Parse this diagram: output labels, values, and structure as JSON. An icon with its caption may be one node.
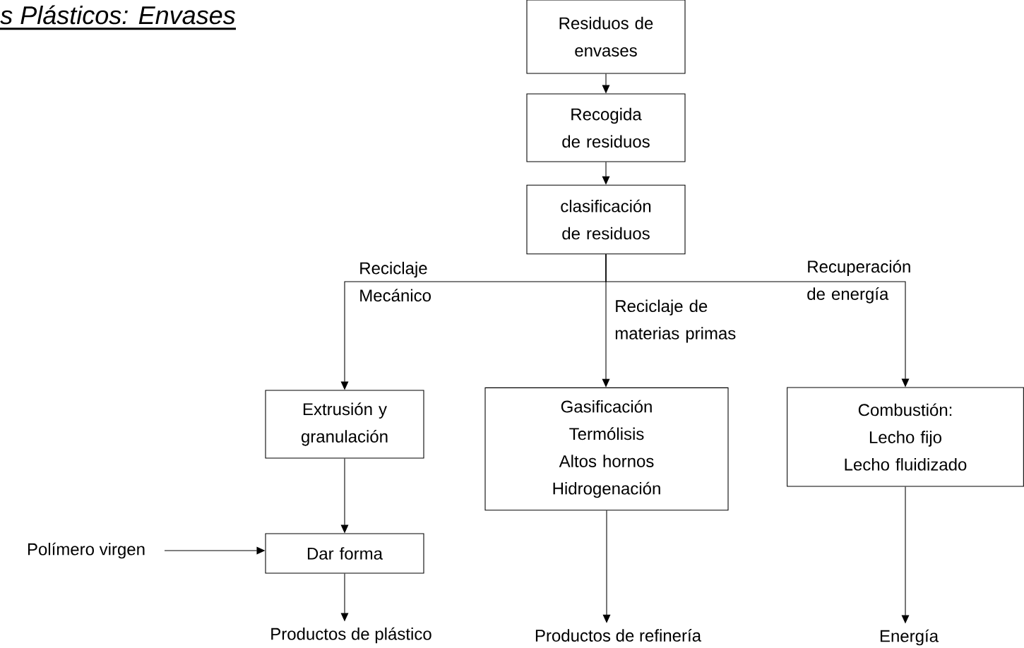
{
  "diagram": {
    "title": "s Plásticos: Envases",
    "nodes": [
      {
        "text": [
          "Residuos de envases"
        ]
      },
      {
        "text": [
          "Recogida de residuos"
        ]
      },
      {
        "text": [
          "clasificación de residuos"
        ]
      },
      {
        "text": [
          "Extrusión y granulación"
        ]
      },
      {
        "text": [
          "Gasificación",
          "Termólisis",
          "Altos hornos",
          "Hidrogenación"
        ]
      },
      {
        "text": [
          "Combustión:",
          "Lecho fijo",
          "Lecho fluidizado"
        ]
      },
      {
        "text": [
          "Dar forma"
        ]
      },
      {
        "text": [
          "Polímero virgen"
        ]
      },
      {
        "text": [
          "Productos de plástico"
        ]
      },
      {
        "text": [
          "Productos de refinería"
        ]
      },
      {
        "text": [
          "Energía"
        ]
      }
    ],
    "edges": [
      {
        "from": 0,
        "to": 1,
        "arrow": "to"
      },
      {
        "from": 1,
        "to": 2,
        "arrow": "to"
      },
      {
        "from": 2,
        "to": 3,
        "arrow": "to",
        "label": "Reciclaje Mecánico"
      },
      {
        "from": 2,
        "to": 4,
        "arrow": "to",
        "label": "Reciclaje de materias primas"
      },
      {
        "from": 2,
        "to": 5,
        "arrow": "to",
        "label": "Recuperación de energía"
      },
      {
        "from": 3,
        "to": 6,
        "arrow": "to"
      },
      {
        "from": 7,
        "to": 6,
        "arrow": "to"
      },
      {
        "from": 6,
        "to": 8,
        "arrow": "to"
      },
      {
        "from": 4,
        "to": 9,
        "arrow": "to"
      },
      {
        "from": 5,
        "to": 10,
        "arrow": "to"
      }
    ]
  }
}
